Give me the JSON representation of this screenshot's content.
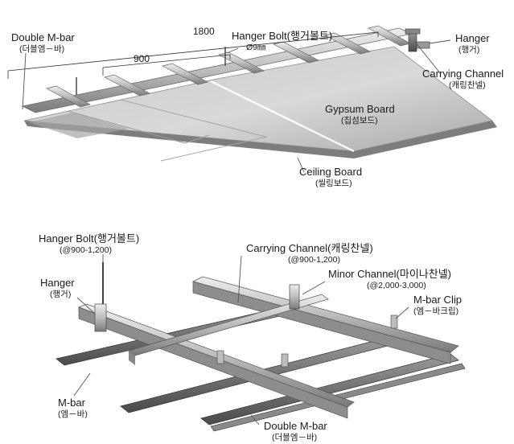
{
  "top_diagram": {
    "dimension_long": "1800",
    "dimension_short": "900",
    "labels": {
      "double_mbar": {
        "title": "Double M-bar",
        "sub": "(더블엠－바)"
      },
      "hanger_bolt": {
        "title": "Hanger Bolt(행거볼트)",
        "sub": "Ø9㎜"
      },
      "hanger": {
        "title": "Hanger",
        "sub": "(행거)"
      },
      "carrying_channel": {
        "title": "Carrying Channel",
        "sub": "(캐링찬넬)"
      },
      "gypsum_board": {
        "title": "Gypsum Board",
        "sub": "(집섬보드)"
      },
      "ceiling_board": {
        "title": "Ceiling Board",
        "sub": "(씰링보드)"
      }
    }
  },
  "bottom_diagram": {
    "labels": {
      "hanger_bolt": {
        "title": "Hanger Bolt(행거볼트)",
        "sub": "(@900-1,200)"
      },
      "hanger": {
        "title": "Hanger",
        "sub": "(행거)"
      },
      "carrying_channel": {
        "title": "Carrying Channel(캐링찬넬)",
        "sub": "(@900-1,200)"
      },
      "minor_channel": {
        "title": "Minor Channel(마이나찬넬)",
        "sub": "(@2,000-3,000)"
      },
      "mbar_clip": {
        "title": "M-bar Clip",
        "sub": "(엠－바크립)"
      },
      "mbar": {
        "title": "M-bar",
        "sub": "(엠－바)"
      },
      "double_mbar": {
        "title": "Double M-bar",
        "sub": "(더블엠－바)"
      }
    }
  },
  "colors": {
    "board_light": "#d2d2d2",
    "board_dark": "#8c8c8c",
    "metal_light": "#dcdcdc",
    "metal_dark": "#6e6e6e",
    "leader": "#555555"
  }
}
